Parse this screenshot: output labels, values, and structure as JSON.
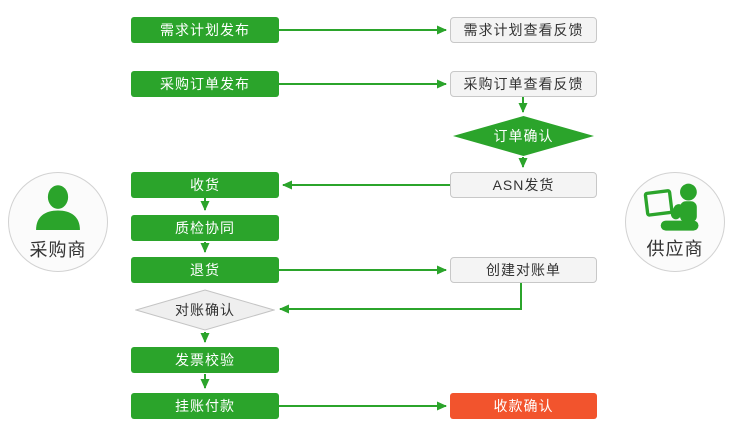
{
  "colors": {
    "green": "#2ba42b",
    "red": "#f2542d",
    "box_bg": "#f4f4f4",
    "box_border": "#c8c8c8",
    "diamond_bg": "#efefef",
    "diamond_border": "#c4c4c4",
    "circle_bg": "#fbfbfb",
    "circle_border": "#d2d2d2",
    "text_dark": "#333333"
  },
  "roles": {
    "buyer": "采购商",
    "supplier": "供应商"
  },
  "nodes": {
    "demand_plan_publish": "需求计划发布",
    "demand_plan_feedback": "需求计划查看反馈",
    "purchase_order_publish": "采购订单发布",
    "purchase_order_feedback": "采购订单查看反馈",
    "order_confirm": "订单确认",
    "receive_goods": "收货",
    "asn_ship": "ASN发货",
    "quality_collab": "质检协同",
    "return_goods": "退货",
    "create_statement": "创建对账单",
    "statement_confirm": "对账确认",
    "invoice_check": "发票校验",
    "book_payment": "挂账付款",
    "receipt_confirm": "收款确认"
  }
}
